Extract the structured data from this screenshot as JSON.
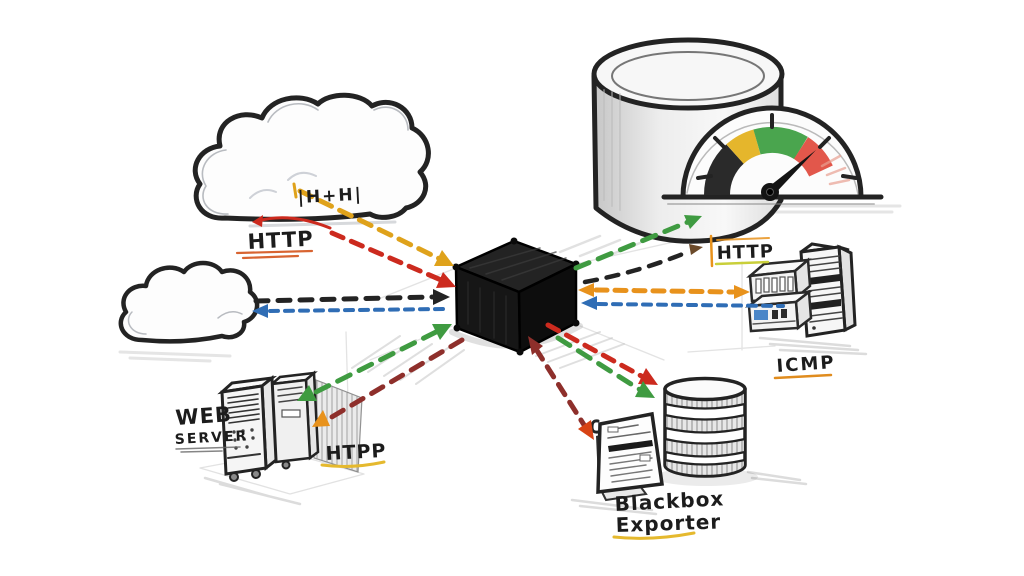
{
  "labels": {
    "cloud_scribble": "|H+H|",
    "http_cloud": "HTTP",
    "http_server": "HTTP",
    "htpp_web": "HTPP",
    "icmp": "ICMP",
    "web_server_line1": "WEB",
    "web_server_line2": "SERVER",
    "exporter_line1": "Blackbox",
    "exporter_line2": "Exporter"
  },
  "colors": {
    "ink": "#232323",
    "label_orange": "#d4531b",
    "underline_yellow": "#e5b92e",
    "underline_olive": "#c9cf3a",
    "underline_orange": "#e08c1e",
    "arrow_yellow": "#dfa21b",
    "arrow_red": "#cc2a1e",
    "arrow_maroon": "#8e2f2b",
    "arrow_green": "#3f9b41",
    "arrow_blue": "#2f6db5",
    "arrow_orange": "#e8921c",
    "arrow_orange_red": "#d84315",
    "gauge_black": "#2a2a2a",
    "gauge_yellow": "#e5b62c",
    "gauge_green": "#4aa54e",
    "gauge_red": "#e2574b",
    "led_blue": "#4a86c8"
  }
}
